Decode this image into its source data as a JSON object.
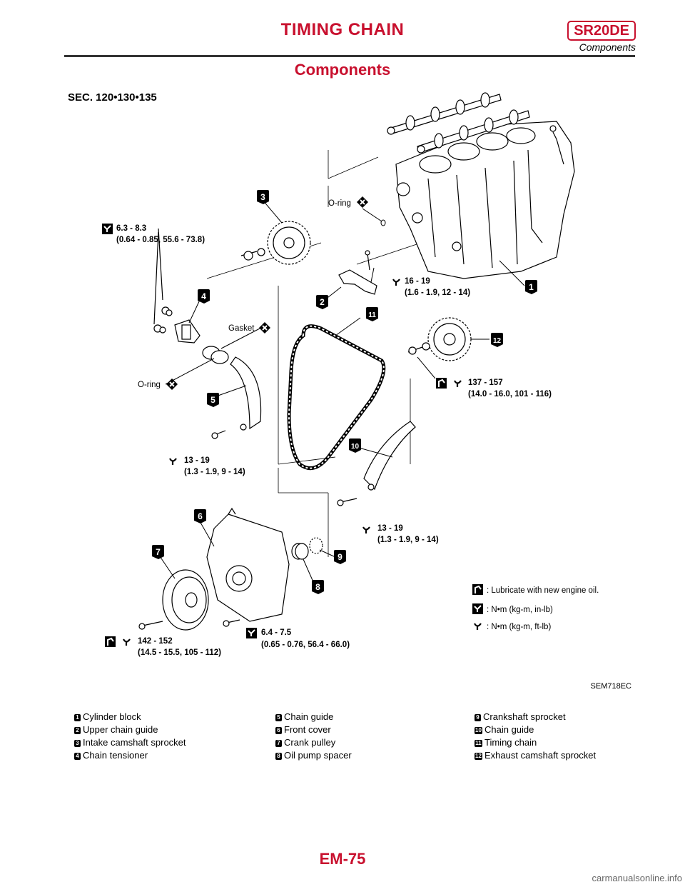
{
  "header": {
    "title": "TIMING CHAIN",
    "model_badge": "SR20DE",
    "subtitle": "Components"
  },
  "section_title": "Components",
  "diagram": {
    "sec_label": "SEC. 120•130•135",
    "parts": {
      "p1": "1",
      "p2": "2",
      "p3": "3",
      "p4": "4",
      "p5": "5",
      "p6": "6",
      "p7": "7",
      "p8": "8",
      "p9": "9",
      "p10": "10",
      "p11": "11",
      "p12": "12"
    },
    "callouts": {
      "oring_top": "O-ring",
      "gasket": "Gasket",
      "oring_left": "O-ring",
      "t1_l1": "6.3 - 8.3",
      "t1_l2": "(0.64 - 0.85, 55.6 - 73.8)",
      "t2_l1": "16 - 19",
      "t2_l2": "(1.6 - 1.9, 12 - 14)",
      "t3_l1": "137 - 157",
      "t3_l2": "(14.0 - 16.0, 101 - 116)",
      "t4_l1": "13 - 19",
      "t4_l2": "(1.3 - 1.9, 9 - 14)",
      "t5_l1": "13 - 19",
      "t5_l2": "(1.3 - 1.9, 9 - 14)",
      "t6_l1": "142 - 152",
      "t6_l2": "(14.5 - 15.5, 105 - 112)",
      "t7_l1": "6.4 - 7.5",
      "t7_l2": "(0.65 - 0.76, 56.4 - 66.0)"
    },
    "key": {
      "oil": ": Lubricate with new engine oil.",
      "nm_in": ": N•m (kg-m, in-lb)",
      "nm_ft": ": N•m (kg-m, ft-lb)"
    },
    "ref_code": "SEM718EC"
  },
  "legend": {
    "col1": [
      {
        "n": "1",
        "label": "Cylinder block"
      },
      {
        "n": "2",
        "label": "Upper chain guide"
      },
      {
        "n": "3",
        "label": "Intake camshaft sprocket"
      },
      {
        "n": "4",
        "label": "Chain tensioner"
      }
    ],
    "col2": [
      {
        "n": "5",
        "label": "Chain guide"
      },
      {
        "n": "6",
        "label": "Front cover"
      },
      {
        "n": "7",
        "label": "Crank pulley"
      },
      {
        "n": "8",
        "label": "Oil pump spacer"
      }
    ],
    "col3": [
      {
        "n": "9",
        "label": "Crankshaft sprocket"
      },
      {
        "n": "10",
        "label": "Chain guide"
      },
      {
        "n": "11",
        "label": "Timing chain"
      },
      {
        "n": "12",
        "label": "Exhaust camshaft sprocket"
      }
    ]
  },
  "footer": {
    "page": "EM-75"
  },
  "watermark": "carmanualsonline.info"
}
